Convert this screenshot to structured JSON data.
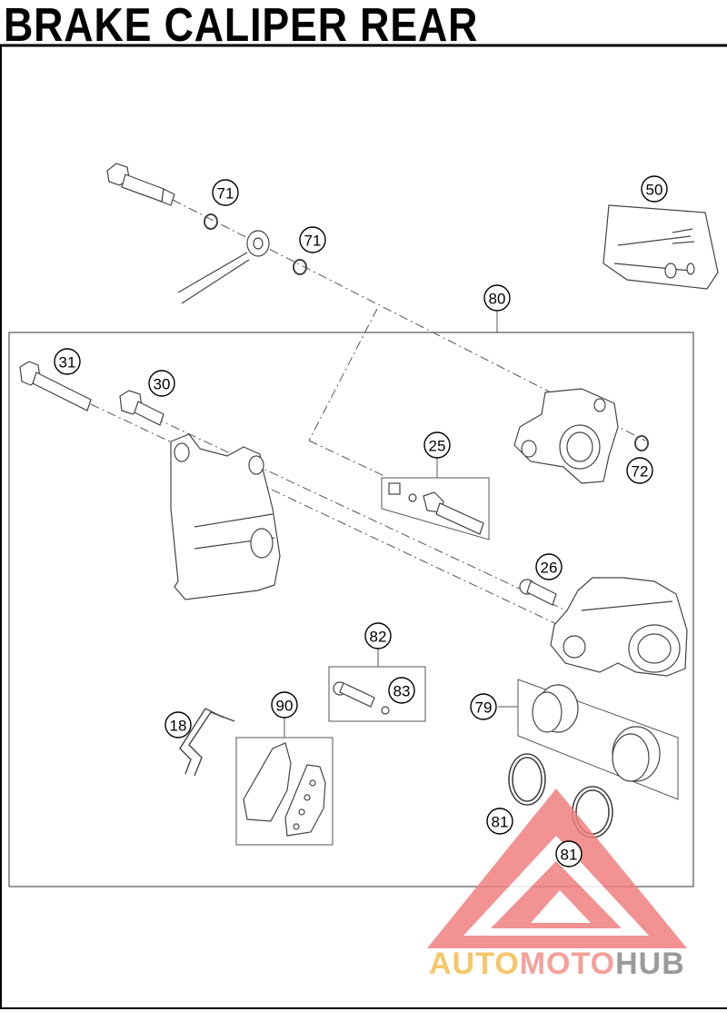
{
  "title": "BRAKE CALIPER REAR",
  "callouts": {
    "c71a": "71",
    "c71b": "71",
    "c50": "50",
    "c80": "80",
    "c31": "31",
    "c30": "30",
    "c25": "25",
    "c72": "72",
    "c26": "26",
    "c82": "82",
    "c83": "83",
    "c90": "90",
    "c18": "18",
    "c79": "79",
    "c81a": "81",
    "c81b": "81"
  },
  "watermark": {
    "part1": "AUTO",
    "part2": "MOTO",
    "part3": "HUB",
    "color1": "#f7c66a",
    "color2": "#f4a09a",
    "color3": "#9a9a9a",
    "logo_color": "#f08080"
  }
}
